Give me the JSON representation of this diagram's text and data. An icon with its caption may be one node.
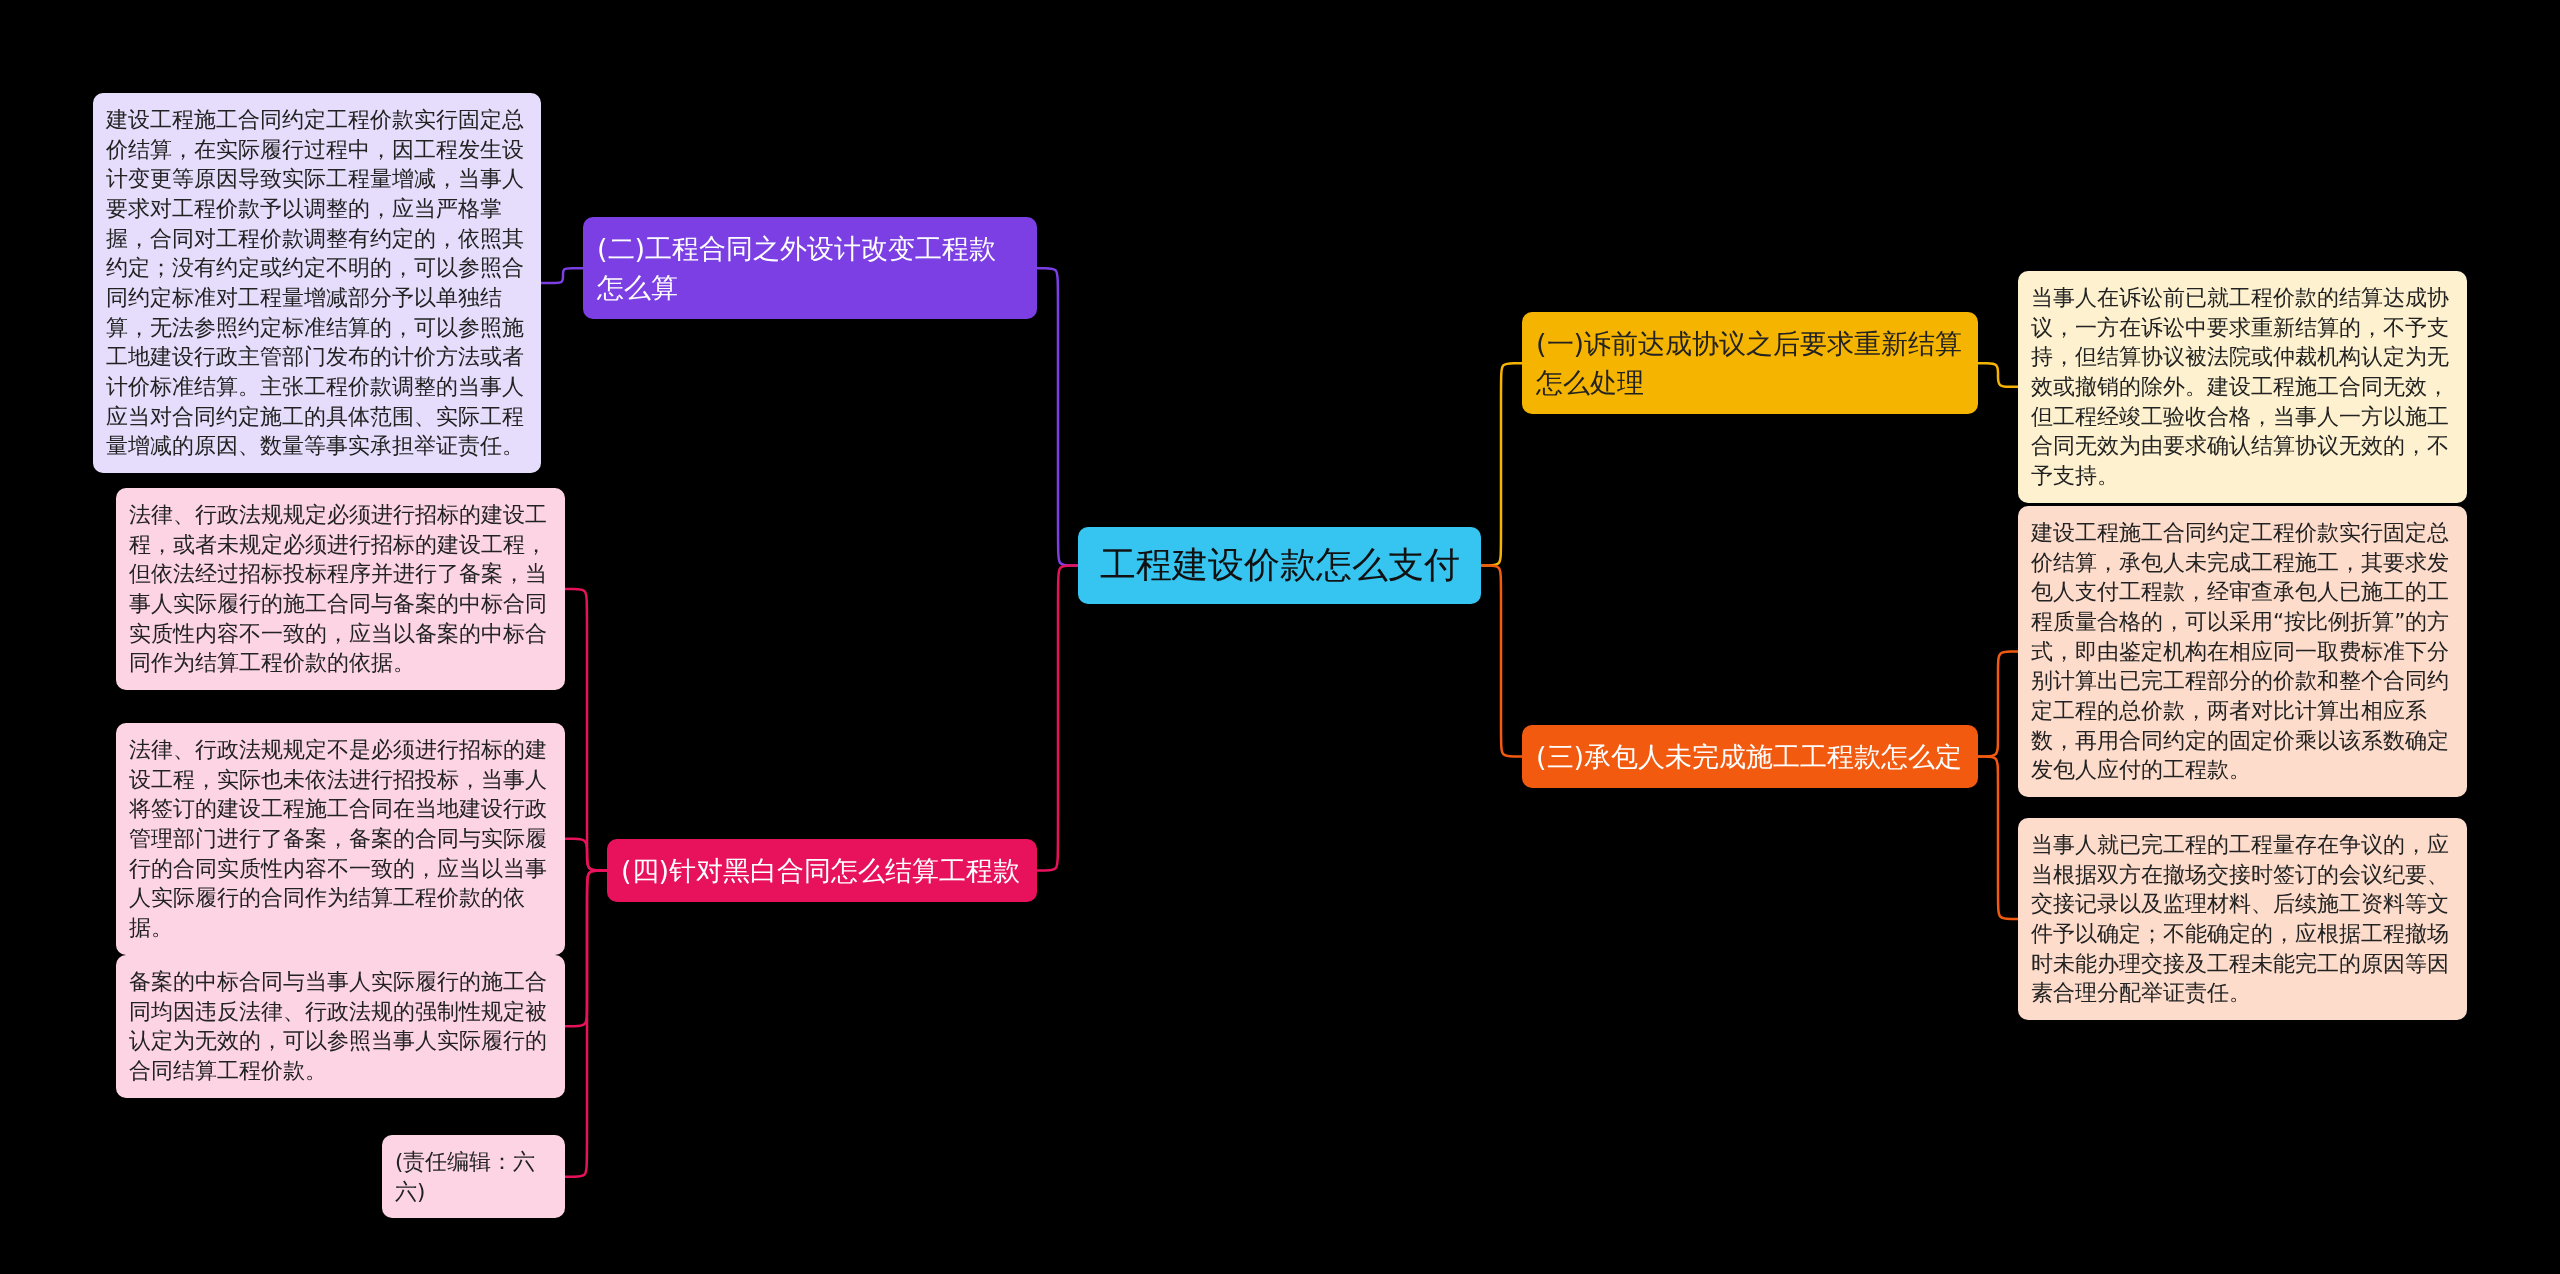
{
  "diagram": {
    "nodes": [
      {
        "text": [
          "工程建设价款怎么支付"
        ]
      },
      {
        "text": [
          "(二)工程合同之外设计改变工程款怎么算"
        ]
      },
      {
        "text": [
          "建设工程施工合同约定工程价款实行固定总价结算，在实际履行过程中，因工程发生设计变更等原因导致实际工程量增减，当事人要求对工程价款予以调整的，应当严格掌握，合同对工程价款调整有约定的，依照其约定；没有约定或约定不明的，可以参照合同约定标准对工程量增减部分予以单独结算，无法参照约定标准结算的，可以参照施工地建设行政主管部门发布的计价方法或者计价标准结算。主张工程价款调整的当事人应当对合同约定施工的具体范围、实际工程量增减的原因、数量等事实承担举证责任。"
        ]
      },
      {
        "text": [
          "(四)针对黑白合同怎么结算工程款"
        ]
      },
      {
        "text": [
          "法律、行政法规规定必须进行招标的建设工程，或者未规定必须进行招标的建设工程，但依法经过招标投标程序并进行了备案，当事人实际履行的施工合同与备案的中标合同实质性内容不一致的，应当以备案的中标合同作为结算工程价款的依据。"
        ]
      },
      {
        "text": [
          "法律、行政法规规定不是必须进行招标的建设工程，实际也未依法进行招投标，当事人将签订的建设工程施工合同在当地建设行政管理部门进行了备案，备案的合同与实际履行的合同实质性内容不一致的，应当以当事人实际履行的合同作为结算工程价款的依据。"
        ]
      },
      {
        "text": [
          "备案的中标合同与当事人实际履行的施工合同均因违反法律、行政法规的强制性规定被认定为无效的，可以参照当事人实际履行的合同结算工程价款。"
        ]
      },
      {
        "text": [
          "(责任编辑：六六)"
        ]
      },
      {
        "text": [
          "(一)诉前达成协议之后要求重新结算怎么处理"
        ]
      },
      {
        "text": [
          "当事人在诉讼前已就工程价款的结算达成协议，一方在诉讼中要求重新结算的，不予支持，但结算协议被法院或仲裁机构认定为无效或撤销的除外。建设工程施工合同无效，但工程经竣工验收合格，当事人一方以施工合同无效为由要求确认结算协议无效的，不予支持。"
        ]
      },
      {
        "text": [
          "(三)承包人未完成施工工程款怎么定"
        ]
      },
      {
        "text": [
          "建设工程施工合同约定工程价款实行固定总价结算，承包人未完成工程施工，其要求发包人支付工程款，经审查承包人已施工的工程质量合格的，可以采用“按比例折算”的方式，即由鉴定机构在相应同一取费标准下分别计算出已完工程部分的价款和整个合同约定工程的总价款，两者对比计算出相应系数，再用合同约定的固定价乘以该系数确定发包人应付的工程款。"
        ]
      },
      {
        "text": [
          "当事人就已完工程的工程量存在争议的，应当根据双方在撤场交接时签订的会议纪要、交接记录以及监理材料、后续施工资料等文件予以确定；不能确定的，应根据工程撤场时未能办理交接及工程未能完工的原因等因素合理分配举证责任。"
        ]
      }
    ],
    "edges": [
      {
        "from": 0,
        "to": 1,
        "arrow": "none",
        "color": "#7b3fe4"
      },
      {
        "from": 1,
        "to": 2,
        "arrow": "none",
        "color": "#7b3fe4"
      },
      {
        "from": 0,
        "to": 3,
        "arrow": "none",
        "color": "#e8125c"
      },
      {
        "from": 3,
        "to": 4,
        "arrow": "none",
        "color": "#e8125c"
      },
      {
        "from": 3,
        "to": 5,
        "arrow": "none",
        "color": "#e8125c"
      },
      {
        "from": 3,
        "to": 6,
        "arrow": "none",
        "color": "#e8125c"
      },
      {
        "from": 3,
        "to": 7,
        "arrow": "none",
        "color": "#e8125c"
      },
      {
        "from": 0,
        "to": 8,
        "arrow": "none",
        "color": "#f5b400"
      },
      {
        "from": 8,
        "to": 9,
        "arrow": "none",
        "color": "#f5b400"
      },
      {
        "from": 0,
        "to": 10,
        "arrow": "none",
        "color": "#f25a10"
      },
      {
        "from": 10,
        "to": 11,
        "arrow": "none",
        "color": "#f25a10"
      },
      {
        "from": 10,
        "to": 12,
        "arrow": "none",
        "color": "#f25a10"
      }
    ]
  }
}
